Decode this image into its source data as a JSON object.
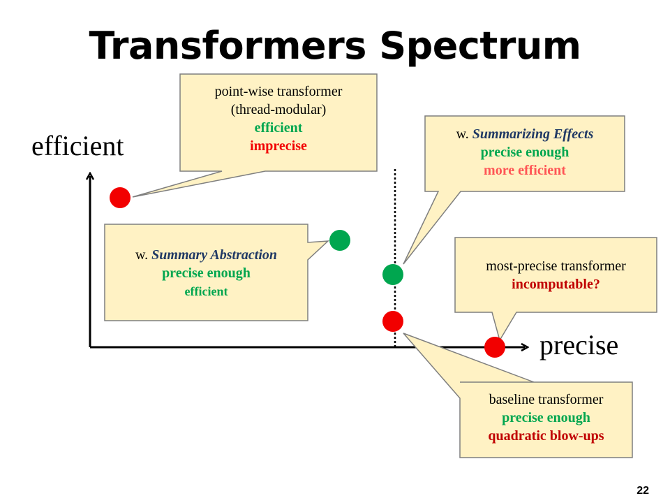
{
  "title": "Transformers Spectrum",
  "axes": {
    "y_label": "efficient",
    "x_label": "precise"
  },
  "colors": {
    "red": "#f20000",
    "green": "#00a64f",
    "callout_fill": "#fff2c4",
    "callout_border": "#7f7f7f",
    "salmon": "#ff5555"
  },
  "callouts": {
    "pointwise": {
      "line1": "point-wise transformer",
      "line2": "(thread-modular)",
      "line3": "efficient",
      "line4": "imprecise"
    },
    "summarizing": {
      "line1_prefix": "w. ",
      "line1_em": "Summarizing Effects",
      "line2": "precise enough",
      "line3": "more efficient"
    },
    "abstraction": {
      "line1_prefix": "w. ",
      "line1_em": "Summary Abstraction",
      "line2": "precise enough",
      "line3": "efficient"
    },
    "mostprecise": {
      "line1": "most-precise transformer",
      "line2": "incomputable?"
    },
    "baseline": {
      "line1": "baseline transformer",
      "line2": "precise enough",
      "line3": "quadratic blow-ups"
    }
  },
  "slide_number": "22"
}
